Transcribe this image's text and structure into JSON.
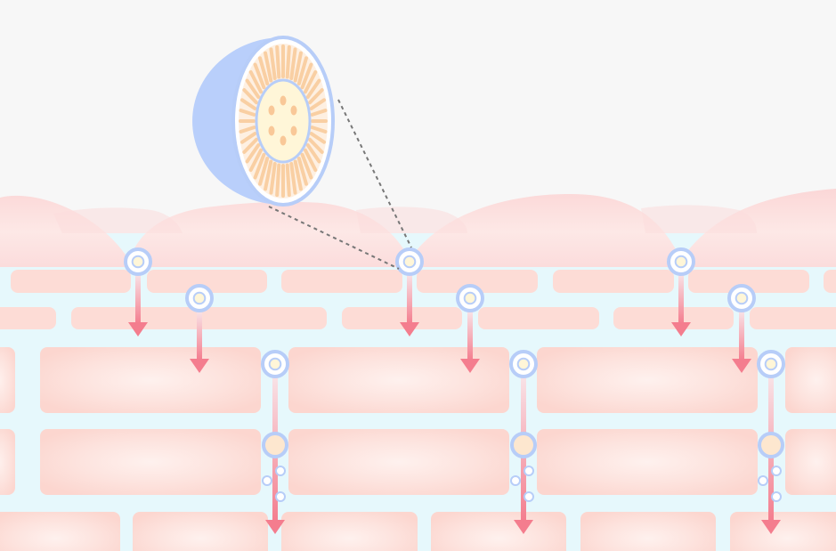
{
  "diagram": {
    "title": "",
    "colors": {
      "background": "#f7f7f7",
      "skin_surface": "#fbdcdc",
      "skin_highlight": "#fdf0f0",
      "interstitial": "#e6f8fc",
      "cell": "#fddcd6",
      "cell_core": "#fef1ee",
      "particle_ring": "#b7cdf8",
      "particle_shell": "#fde7cf",
      "particle_core": "#fff6d8",
      "arrow_top": "#f8e2e6",
      "arrow_bottom": "#f47d8e",
      "zoom_line": "#777777"
    },
    "legend": [],
    "zoom_detail": {
      "subject": "lipid-nanoparticle-cross-section",
      "inner_dots": 6,
      "spokes": 44
    },
    "penetration_paths": [
      {
        "entry": "surface",
        "stages": [
          "surface-particle",
          "layer-2"
        ],
        "depth": "upper"
      },
      {
        "entry": "layer-2",
        "stages": [
          "particle",
          "layer-3"
        ],
        "depth": "upper"
      },
      {
        "entry": "layer-3",
        "stages": [
          "particle",
          "release-particle",
          "droplets",
          "layer-5"
        ],
        "depth": "deep"
      }
    ],
    "icons": {
      "nanoparticle": "nanoparticle-icon",
      "arrow": "down-arrow-icon",
      "droplet": "droplet-icon"
    }
  }
}
